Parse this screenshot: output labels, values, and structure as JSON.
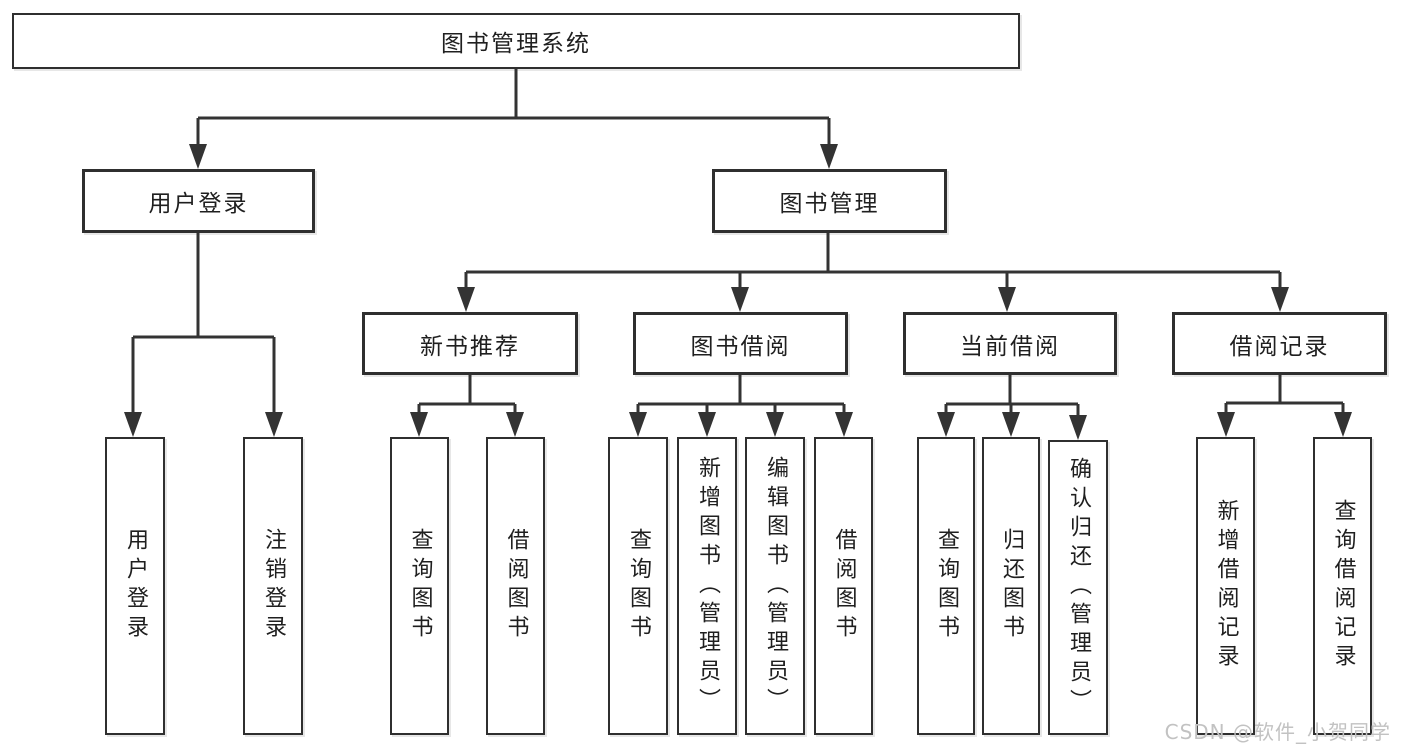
{
  "tree": {
    "root": "图书管理系统",
    "branches": [
      {
        "label": "用户登录",
        "children": [
          "用户登录",
          "注销登录"
        ]
      },
      {
        "label": "图书管理",
        "sections": [
          {
            "label": "新书推荐",
            "children": [
              "查询图书",
              "借阅图书"
            ]
          },
          {
            "label": "图书借阅",
            "children": [
              "查询图书",
              "新增图书（管理员）",
              "编辑图书（管理员）",
              "借阅图书"
            ]
          },
          {
            "label": "当前借阅",
            "children": [
              "查询图书",
              "归还图书",
              "确认归还（管理员）"
            ]
          },
          {
            "label": "借阅记录",
            "children": [
              "新增借阅记录",
              "查询借阅记录"
            ]
          }
        ]
      }
    ]
  },
  "watermark": "CSDN @软件_小贺同学",
  "colors": {
    "line": "#333333",
    "box_border": "#2f2f2f",
    "text": "#1f1f1f",
    "watermark": "#c2c2c2",
    "background": "#ffffff"
  }
}
